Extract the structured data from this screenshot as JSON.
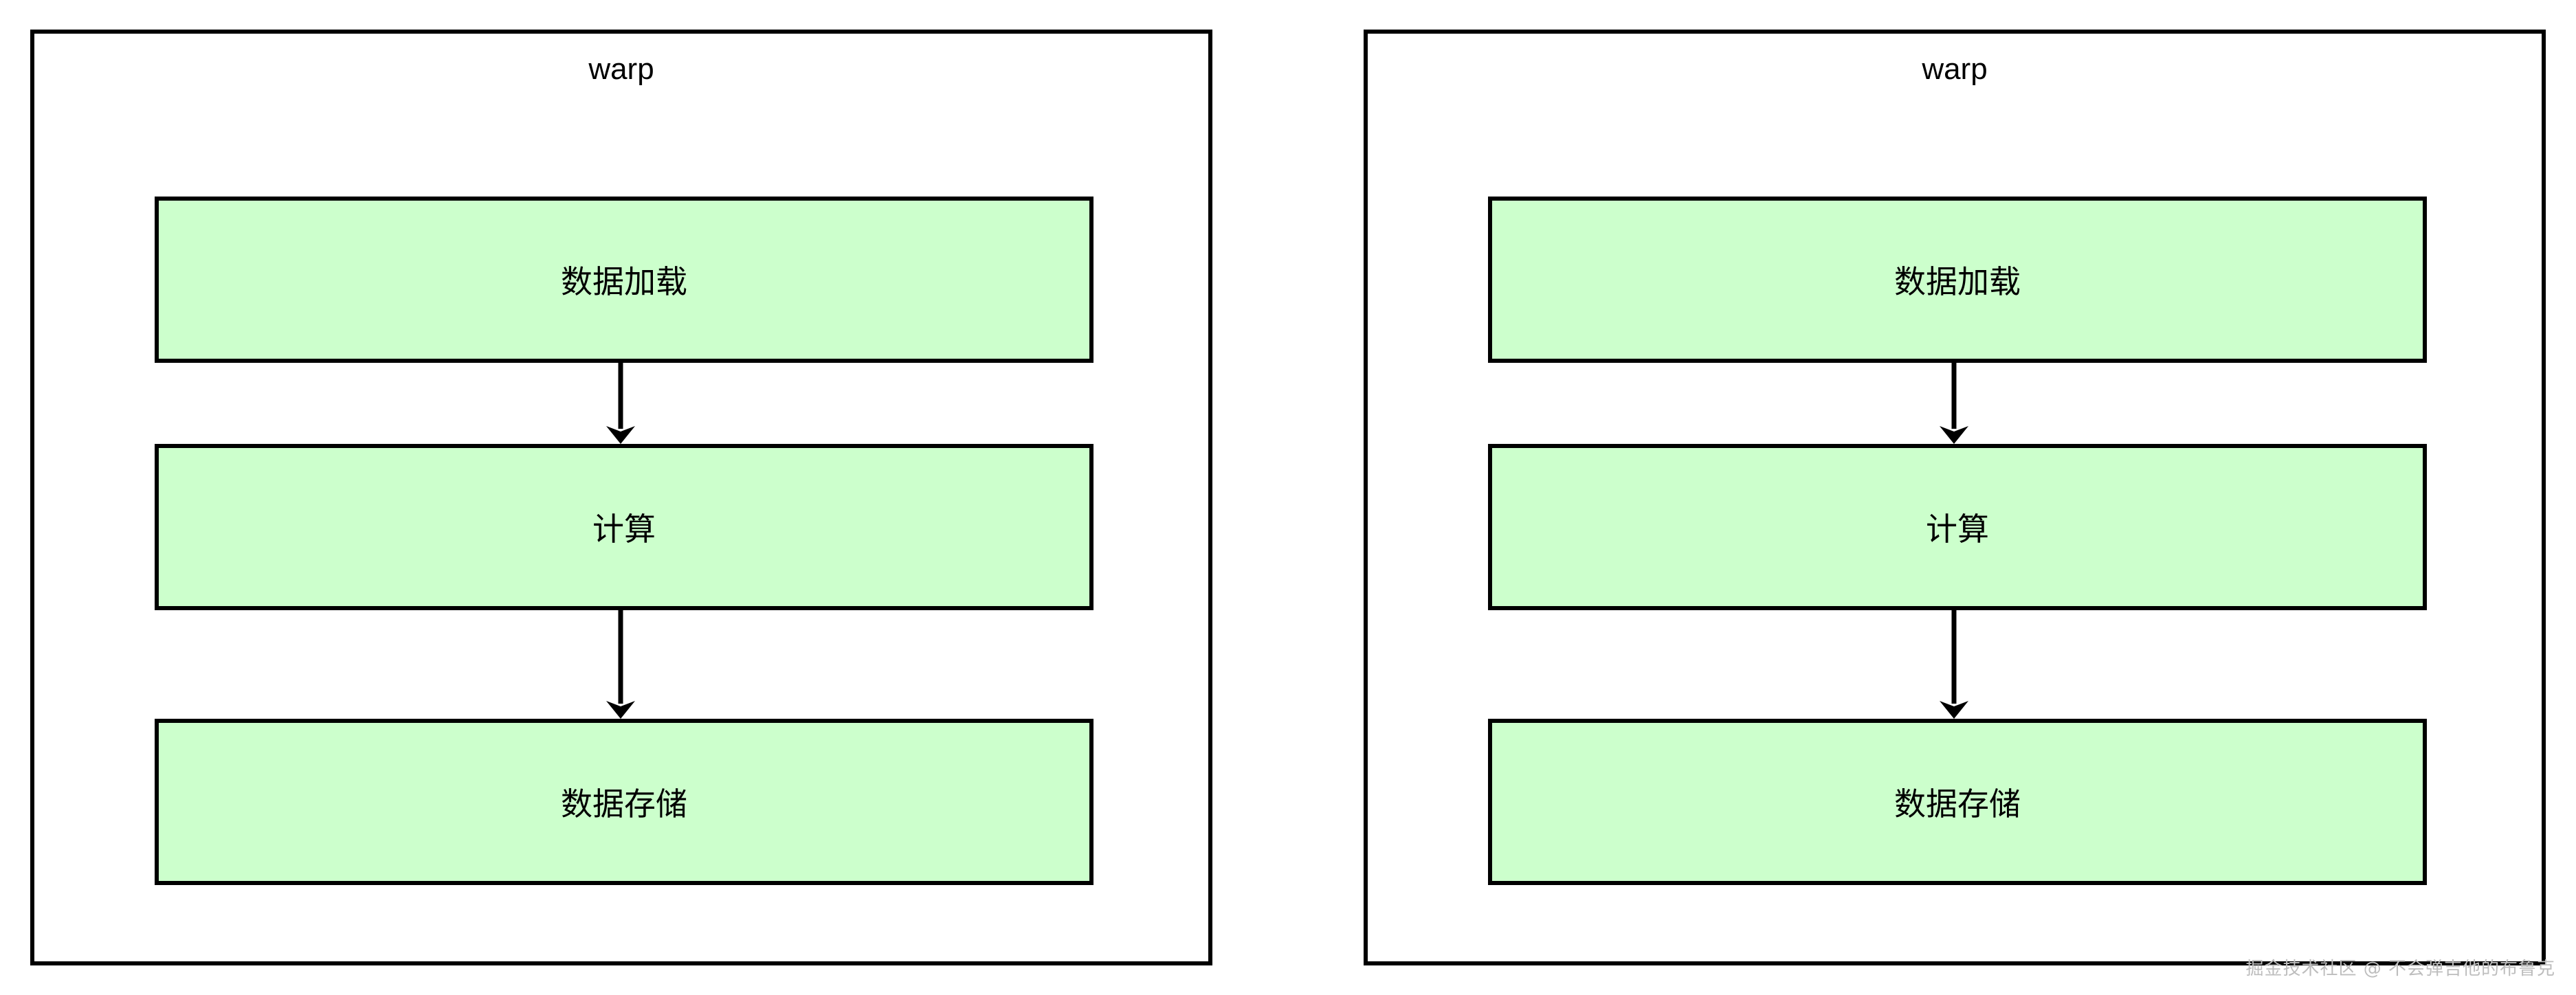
{
  "colors": {
    "stage_fill": "#ccffcc",
    "stroke": "#000000",
    "watermark": "#bdbdbd"
  },
  "panels": [
    {
      "title": "warp",
      "stages": [
        "数据加载",
        "计算",
        "数据存储"
      ]
    },
    {
      "title": "warp",
      "stages": [
        "数据加载",
        "计算",
        "数据存储"
      ]
    }
  ],
  "watermark": "掘金技术社区 @ 不会弹吉他的布鲁克"
}
